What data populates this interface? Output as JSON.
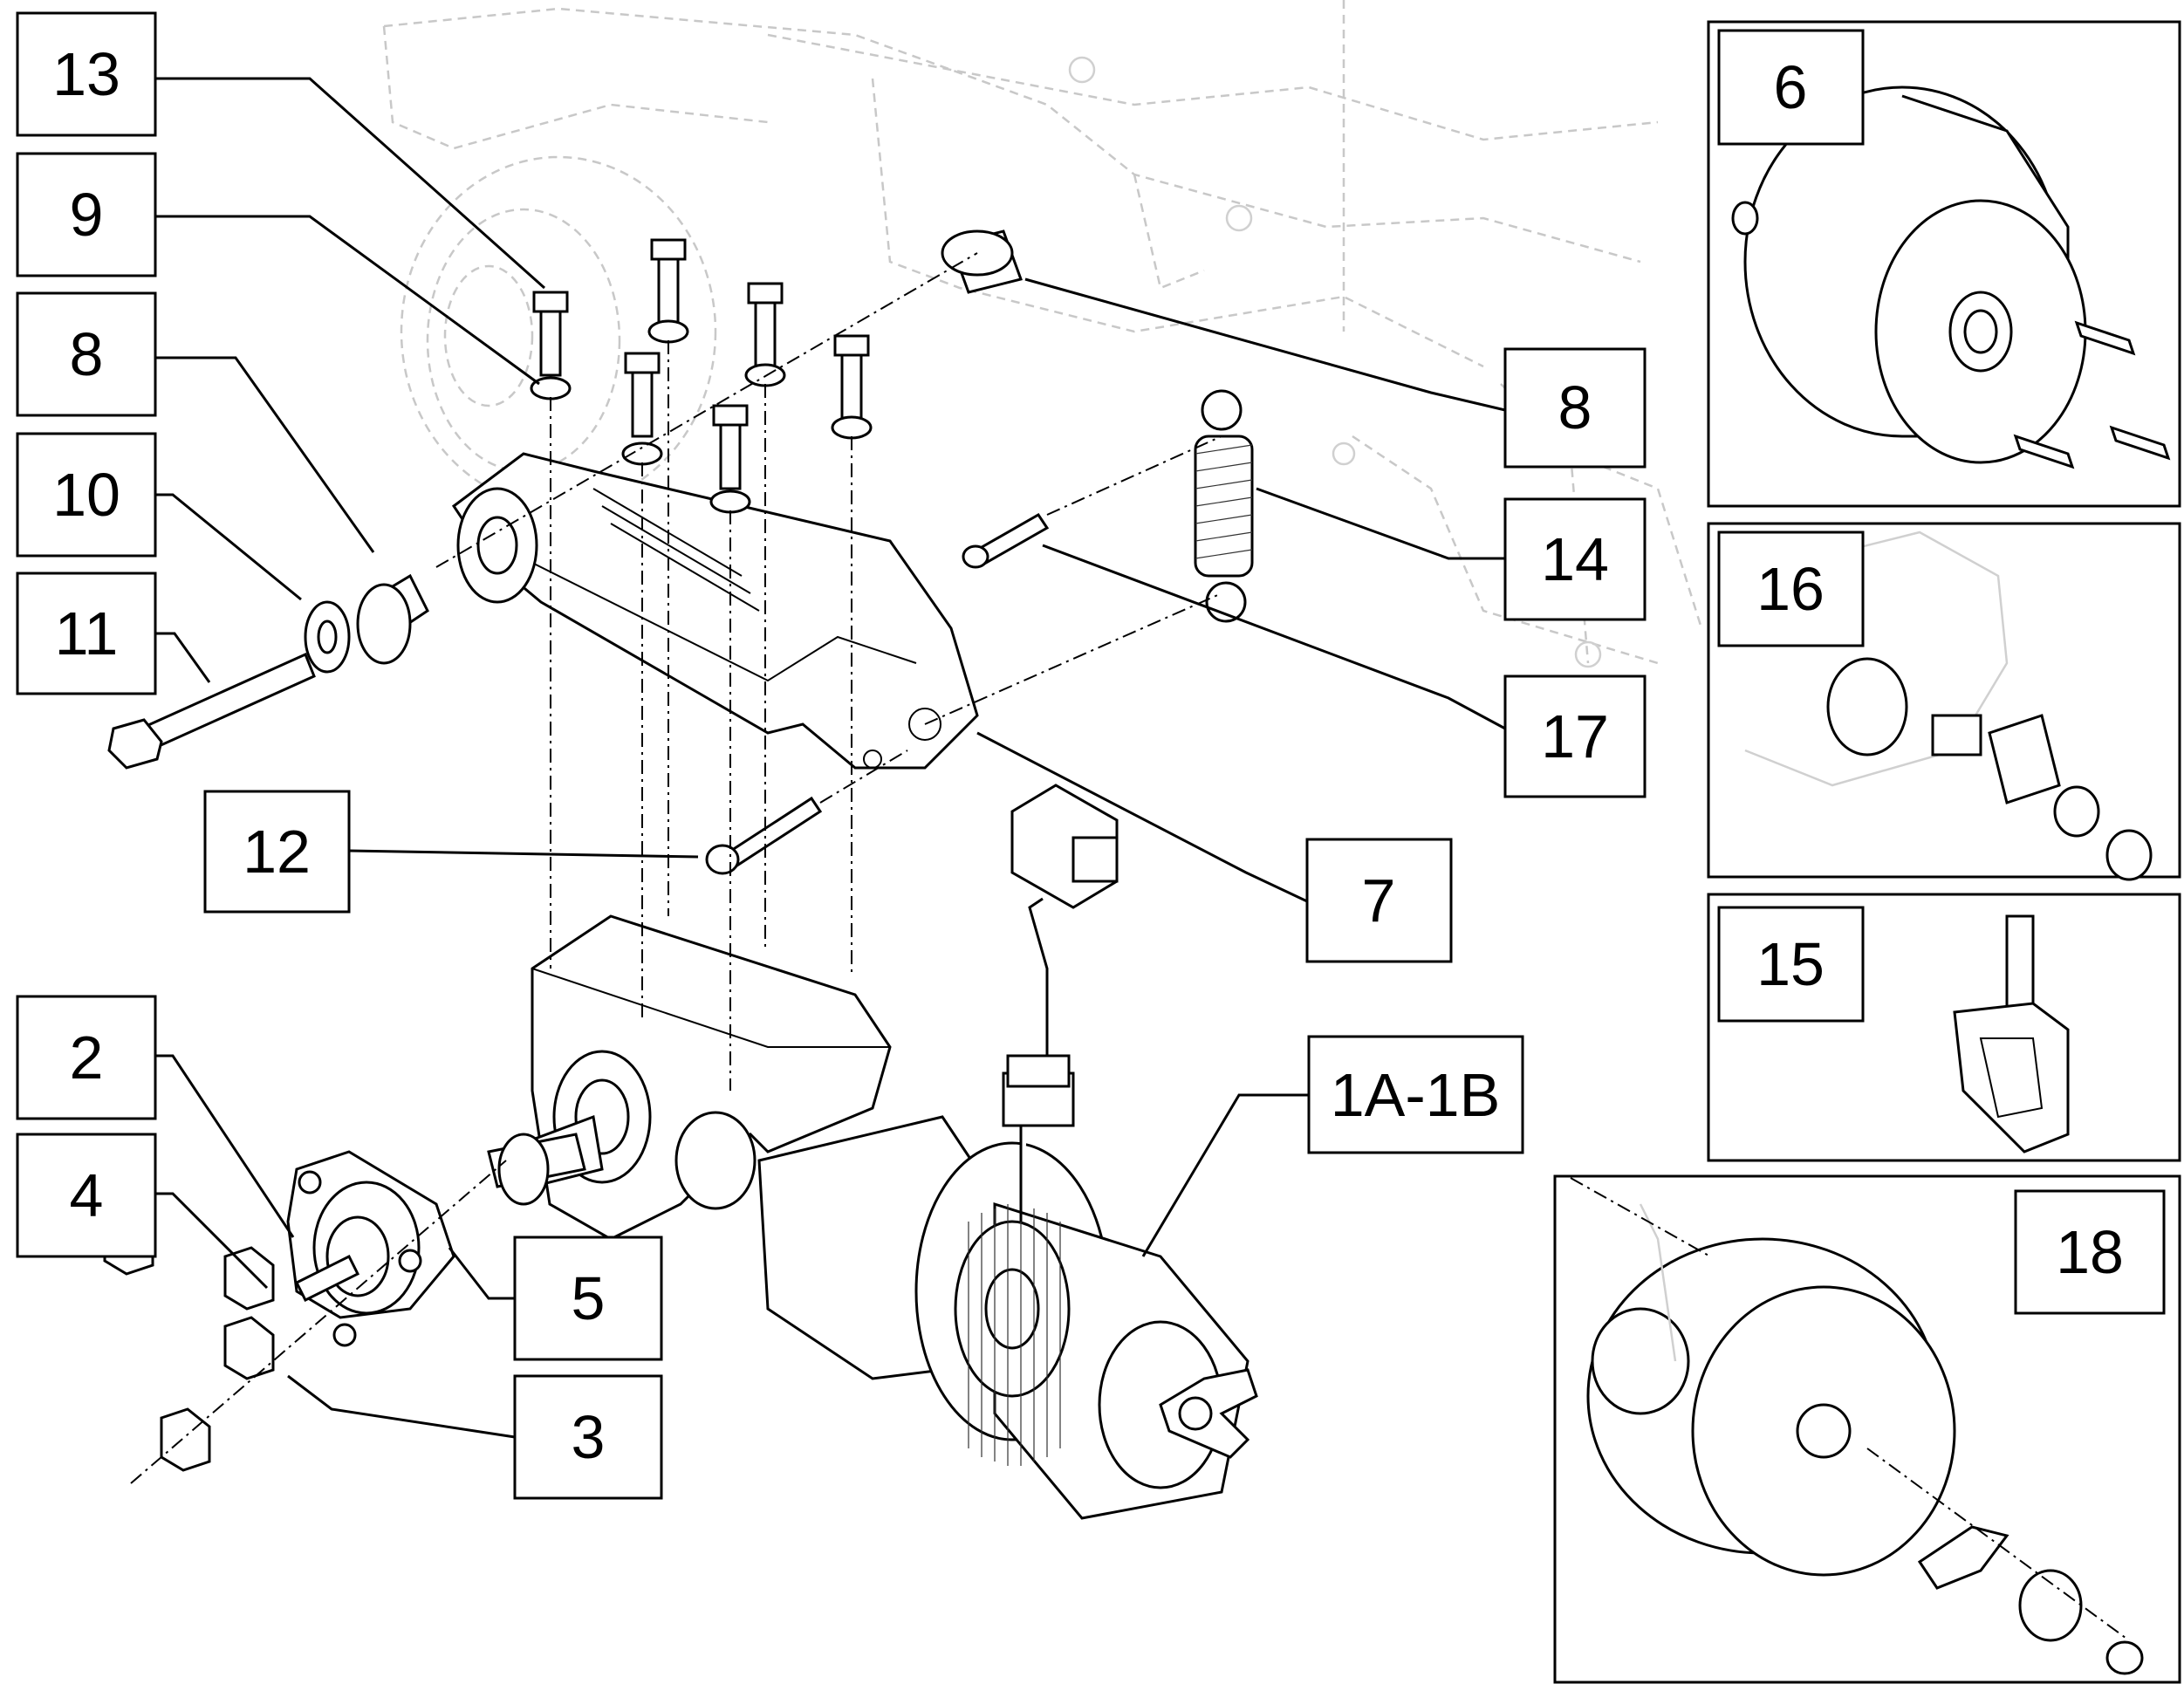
{
  "callouts": {
    "c13": "13",
    "c9": "9",
    "c8_left": "8",
    "c10": "10",
    "c11": "11",
    "c12": "12",
    "c2": "2",
    "c4": "4",
    "c5": "5",
    "c3": "3",
    "c7": "7",
    "c1a1b": "1A-1B",
    "c8_right": "8",
    "c14": "14",
    "c17": "17",
    "c6": "6",
    "c16": "16",
    "c15": "15",
    "c18": "18"
  },
  "colors": {
    "line": "#000000",
    "ghost_frame": "#c8c8c8",
    "background": "#ffffff"
  }
}
